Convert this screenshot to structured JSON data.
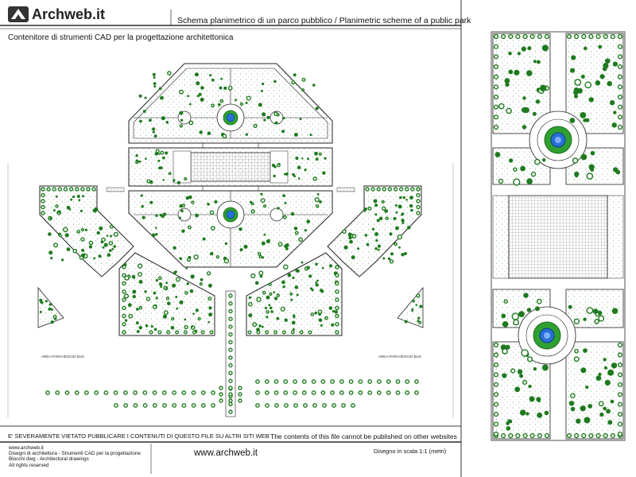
{
  "header": {
    "logo_text": "Archweb.it",
    "title": "Schema planimetrico di un parco pubblico  /  Planimetric scheme of a public park",
    "subtitle": "Contenitore di strumenti CAD per la progettazione architettonica"
  },
  "plan": {
    "bus_area_left": "AREA PARCHEGGIO BUS",
    "bus_area_right": "AREA PARCHEGGIO BUS"
  },
  "footer": {
    "warning_it": "E' SEVERAMENTE VIETATO PUBBLICARE I CONTENUTI DI QUESTO FILE SU ALTRI SITI WEB",
    "warning_en": "The contents of this file cannot be published on other websites",
    "line_1": "www.archweb.it",
    "line_2": "Disegni di architettura - Strumenti CAD  per la progettazione",
    "line_3": "Blocchi dwg - Architectural drawings",
    "line_4": "All rights reserved",
    "site": "www.archweb.it",
    "scale": "Disegno in scala 1:1 (metri)"
  },
  "colors": {
    "tree_green": "#1f7a1f",
    "fountain_blue": "#2a6fd6",
    "line": "#222222"
  }
}
